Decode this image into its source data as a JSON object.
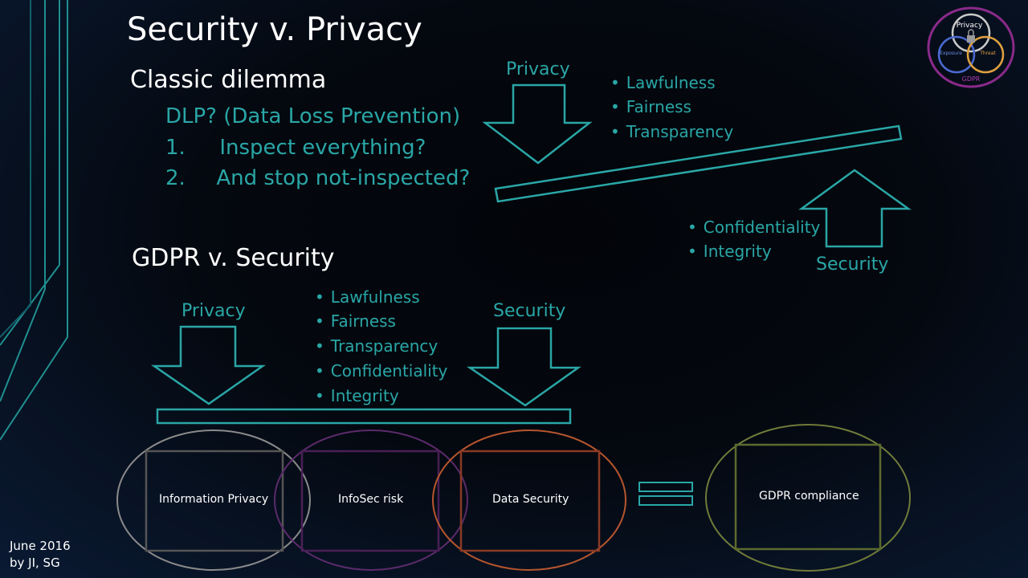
{
  "title": "Security v. Privacy",
  "classic": {
    "heading": "Classic dilemma",
    "dlp_title": "DLP? (Data Loss Prevention)",
    "items": [
      {
        "num": "1.",
        "text": "Inspect everything?"
      },
      {
        "num": "2.",
        "text": "And stop not-inspected?"
      }
    ]
  },
  "seesaw": {
    "privacy_label": "Privacy",
    "privacy_bullets": [
      "Lawfulness",
      "Fairness",
      "Transparency"
    ],
    "security_label": "Security",
    "security_bullets": [
      "Confidentiality",
      "Integrity"
    ]
  },
  "gdpr": {
    "heading": "GDPR v. Security",
    "privacy_label": "Privacy",
    "security_label": "Security",
    "bullets": [
      "Lawfulness",
      "Fairness",
      "Transparency",
      "Confidentiality",
      "Integrity"
    ]
  },
  "venn": {
    "info_privacy": "Information Privacy",
    "infosec_risk": "InfoSec risk",
    "data_security": "Data Security",
    "gdpr_compliance": "GDPR compliance"
  },
  "logo": {
    "privacy": "Privacy",
    "exposure": "Exposure",
    "threat": "Threat",
    "gdpr": "GDPR"
  },
  "footer": {
    "date": "June 2016",
    "authors": "by JI, SG"
  },
  "colors": {
    "accent": "#2aa6a6",
    "circle_gray": "#9a9a9a",
    "circle_purple": "#6b2d7a",
    "circle_orange": "#c2542a",
    "circle_olive": "#7a8a3a"
  }
}
